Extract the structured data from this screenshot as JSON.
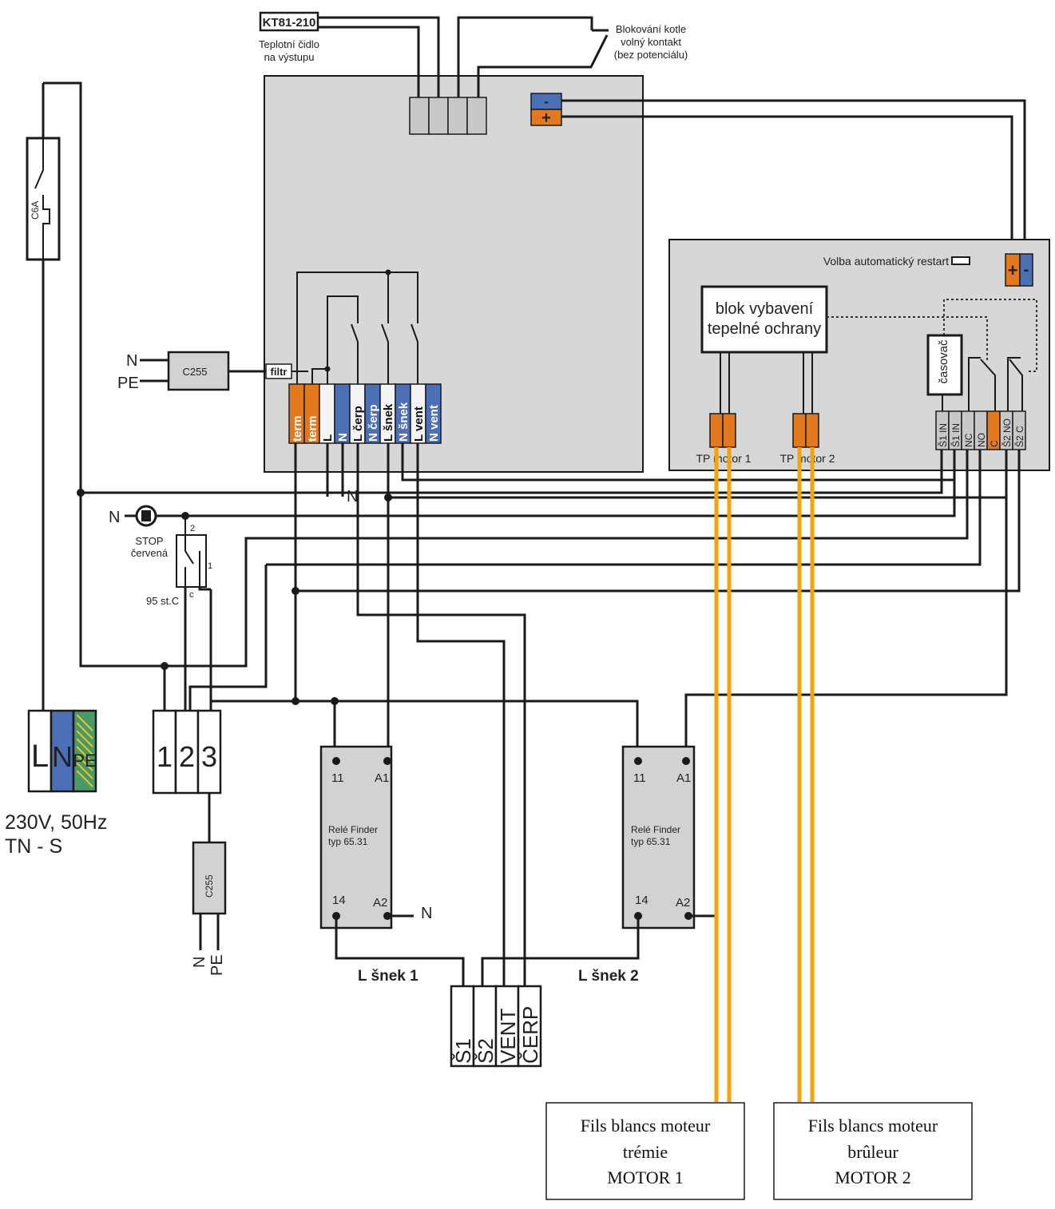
{
  "controller": {
    "sensor_code": "KT81-210",
    "sensor_caption_1": "Teplotní čidlo",
    "sensor_caption_2": "na výstupu",
    "block_contact_1": "Blokování kotle",
    "block_contact_2": "volný kontakt",
    "block_contact_3": "(bez potenciálu)",
    "minus": "-",
    "plus": "+",
    "filter": "filtr",
    "terminals": [
      "term",
      "term",
      "L",
      "N",
      "L čerp",
      "N čerp",
      "L šnek",
      "N šnek",
      "L vent",
      "N vent"
    ],
    "n_label": "N"
  },
  "protection": {
    "auto_restart": "Volba automatický restart",
    "block_title_1": "blok  vybavení",
    "block_title_2": "tepelné ochrany",
    "timer": "časovač",
    "tp1": "TP motor 1",
    "tp2": "TP motor 2",
    "terminals": [
      "Š1 IN",
      "Š1 IN",
      "NC",
      "NO",
      "C",
      "Š2 NO",
      "Š2 C"
    ],
    "plus": "+",
    "minus": "-"
  },
  "breaker": {
    "label": "C6A"
  },
  "filter_input": {
    "n": "N",
    "pe": "PE",
    "label": "C255"
  },
  "stop_switch": {
    "n": "N",
    "label_1": "STOP",
    "label_2": "červená",
    "pin2": "2",
    "pin1": "1",
    "pinc": "c",
    "temp": "95 st.C"
  },
  "supply": {
    "l": "L",
    "n": "N",
    "pe": "PE",
    "voltage": "230V, 50Hz",
    "system": "TN - S"
  },
  "terminal_block": {
    "t1": "1",
    "t2": "2",
    "t3": "3"
  },
  "bottom_filter": {
    "label": "C255",
    "n": "N",
    "pe": "PE"
  },
  "relay1": {
    "p11": "11",
    "pa1": "A1",
    "name_1": "Relé Finder",
    "name_2": "typ 65.31",
    "p14": "14",
    "pa2": "A2",
    "n": "N",
    "out": "L šnek 1"
  },
  "relay2": {
    "p11": "11",
    "pa1": "A1",
    "name_1": "Relé Finder",
    "name_2": "typ 65.31",
    "p14": "14",
    "pa2": "A2",
    "out": "L šnek 2"
  },
  "outputs": [
    "Š1",
    "Š2",
    "VENT",
    "ČERP"
  ],
  "notes": {
    "motor1_1": "Fils blancs moteur",
    "motor1_2": "trémie",
    "motor1_3": "MOTOR 1",
    "motor2_1": "Fils blancs moteur",
    "motor2_2": "brûleur",
    "motor2_3": "MOTOR 2"
  }
}
